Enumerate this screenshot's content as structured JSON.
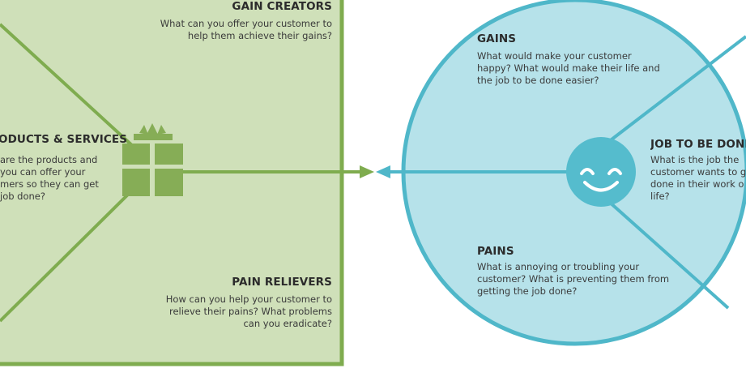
{
  "colors": {
    "green_fill": "#cfe0b9",
    "green_stroke": "#7fac4f",
    "gift": "#86ad56",
    "circle_fill": "#b6e2ea",
    "blue_stroke": "#4fb7c9",
    "face": "#55bccd"
  },
  "product_map": {
    "gain_creators": {
      "title": "GAIN CREATORS",
      "text": "What can you offer your customer to help them achieve their gains?"
    },
    "products_services": {
      "title": "ODUCTS & SERVICES",
      "lines": [
        "are the products and",
        "you can offer your",
        "mers so they can get",
        "job done?"
      ]
    },
    "pain_relievers": {
      "title": "PAIN RELIEVERS",
      "text": "How can you help your customer to relieve their pains? What problems can you eradicate?"
    },
    "icon": "gift-icon"
  },
  "customer_profile": {
    "gains": {
      "title": "GAINS",
      "text": "What would make your customer happy? What would make their life and the job to be done easier?"
    },
    "pains": {
      "title": "PAINS",
      "text": "What is annoying or troubling your customer? What is preventing them from getting the job done?"
    },
    "jobs": {
      "title": "JOB TO BE DONE",
      "lines": [
        "What is the job the",
        "customer wants to g",
        "done in their work o",
        "life?"
      ]
    },
    "icon": "smiley-face-icon"
  }
}
